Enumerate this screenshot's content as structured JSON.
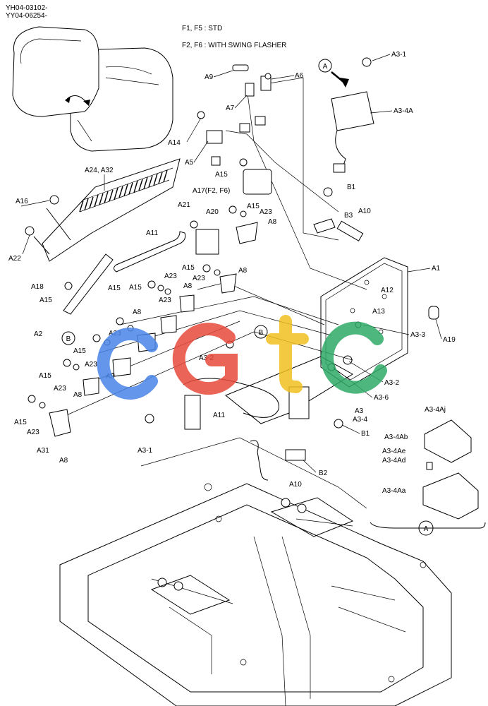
{
  "header": {
    "serial_line_1": "YH04-03102-",
    "serial_line_2": "YY04-06254-",
    "note_std": "F1, F5 :  STD",
    "note_flasher": "F2, F6 :  WITH SWING FLASHER"
  },
  "detail_markers": {
    "a": "A",
    "b": "B"
  },
  "labels": {
    "A1": "A1",
    "A2": "A2",
    "A3": "A3",
    "A3_1": "A3-1",
    "A3_1b": "A3-1",
    "A3_2": "A3-2",
    "A3_2b": "A3-2",
    "A3_3": "A3-3",
    "A3_4": "A3-4",
    "A3_4A": "A3-4A",
    "A3_4Aa": "A3-4Aa",
    "A3_4Ab": "A3-4Ab",
    "A3_4Ad": "A3-4Ad",
    "A3_4Ae": "A3-4Ae",
    "A3_4Aj": "A3-4Aj",
    "A3_6": "A3-6",
    "A5": "A5",
    "A6": "A6",
    "A7": "A7",
    "A8": "A8",
    "A9": "A9",
    "A10": "A10",
    "A11": "A11",
    "A12": "A12",
    "A13": "A13",
    "A14": "A14",
    "A15": "A15",
    "A16": "A16",
    "A17": "A17(F2, F6)",
    "A18": "A18",
    "A19": "A19",
    "A20": "A20",
    "A21": "A21",
    "A22": "A22",
    "A23": "A23",
    "A24": "A24, A32",
    "A31": "A31",
    "B1": "B1",
    "B2": "B2",
    "B3": "B3"
  },
  "watermark": {
    "text": "CGtC",
    "colors": {
      "c1": "#4a86e8",
      "g": "#e84a3c",
      "t": "#f0c020",
      "c2": "#2eaa66"
    }
  }
}
